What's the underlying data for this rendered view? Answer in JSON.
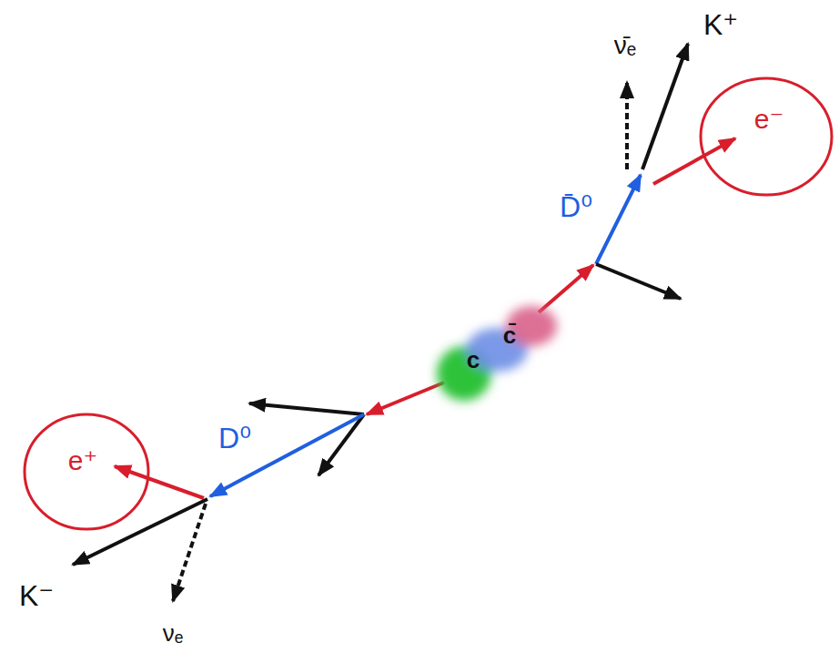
{
  "diagram": {
    "nodes": [
      {
        "text": [
          "e⁻"
        ]
      },
      {
        "text": [
          "c",
          "c̄"
        ]
      },
      {
        "text": [
          "e⁺"
        ]
      }
    ],
    "labels": [
      "ν̄ₑ",
      "K⁺",
      "D̄⁰",
      "D⁰",
      "K⁻",
      "νₑ"
    ]
  }
}
